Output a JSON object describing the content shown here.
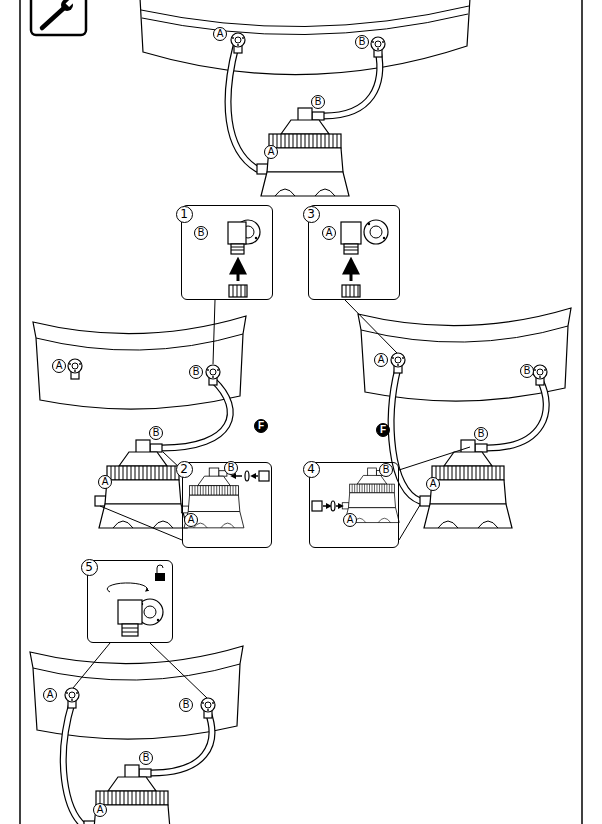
{
  "diagram": {
    "nodes": [
      {
        "text": [
          "1",
          "B"
        ]
      },
      {
        "text": [
          "3",
          "A"
        ]
      },
      {
        "text": [
          "2",
          "B",
          "A"
        ]
      },
      {
        "text": [
          "4",
          "B",
          "A"
        ]
      },
      {
        "text": [
          "5"
        ]
      }
    ],
    "labels": [
      "A",
      "B",
      "B",
      "A",
      "A",
      "B",
      "B",
      "F",
      "A",
      "A",
      "B",
      "F",
      "B",
      "A",
      "A",
      "B",
      "B",
      "A"
    ]
  }
}
